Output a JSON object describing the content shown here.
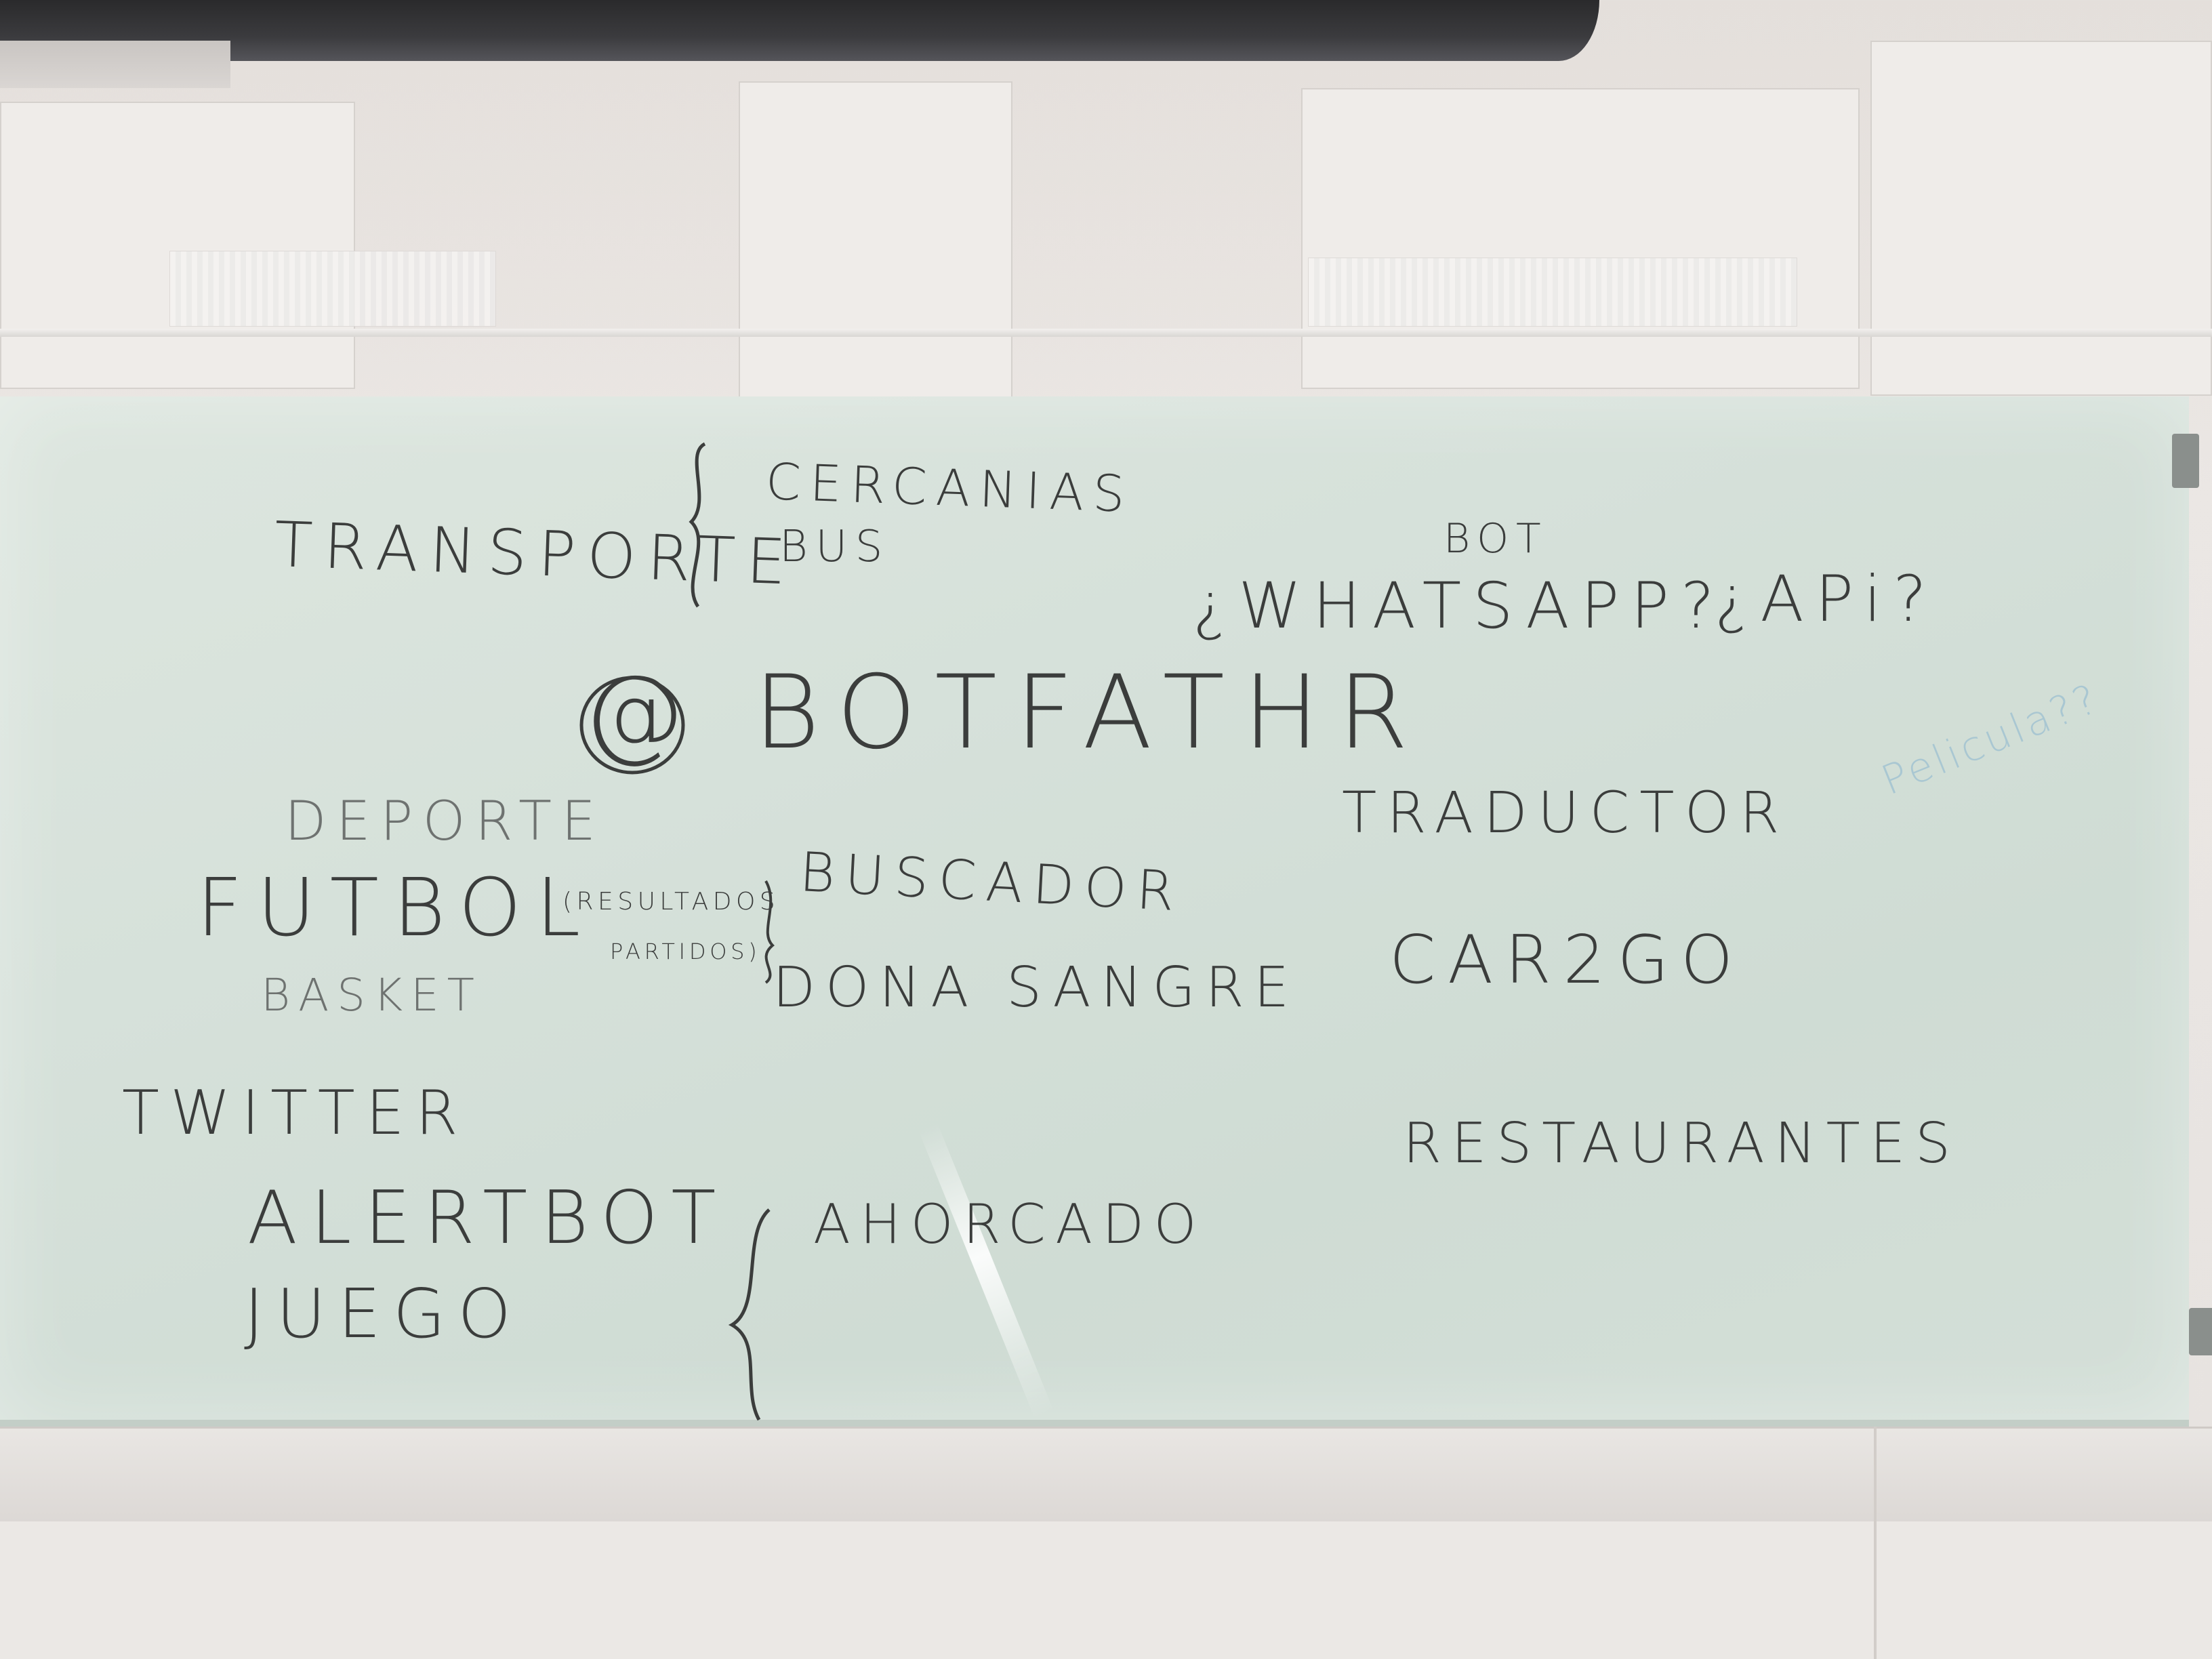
{
  "scene": {
    "colors": {
      "board": "#d6e1da",
      "ink": "#3b3d3c",
      "wall": "#ece8e5",
      "blue_marker": "#a9c7d2"
    }
  },
  "whiteboard": {
    "transporte": "TRANSPORTE",
    "cercanias": "CERCANIAS",
    "bus": "BUS",
    "bot": "BOT",
    "whatsapp": "¿WHATSAPP?",
    "api": "¿APi?",
    "botfather": "@ BOTFATHR",
    "deporte": "DEPORTE",
    "futbol": "FUTBOL",
    "resultados": "(RESULTADOS",
    "partidos": "PARTIDOS)",
    "basket": "BASKET",
    "buscador": "BUSCADOR",
    "dona_sangre": "DONA SANGRE",
    "traductor": "TRADUCTOR",
    "car2go": "CAR2GO",
    "twitter": "TWITTER",
    "alertbot": "ALERTBOT",
    "juego": "JUEGO",
    "ahorcado": "AHORCADO",
    "restaurantes": "RESTAURANTES",
    "faint_note": "Pelicula??"
  }
}
